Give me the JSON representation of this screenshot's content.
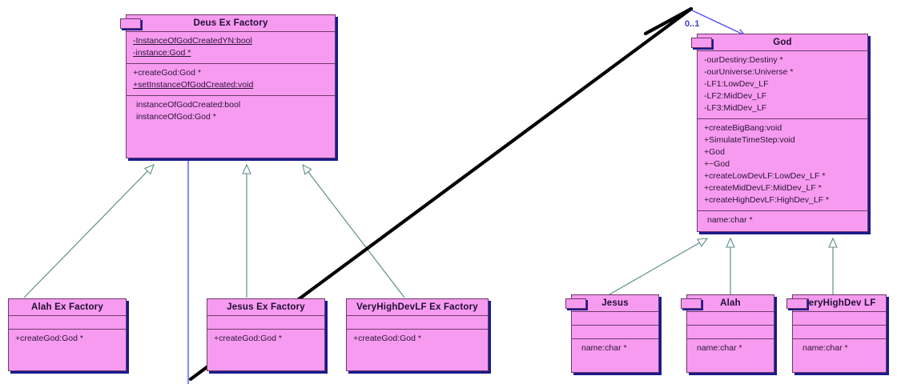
{
  "diagram": {
    "type": "uml-class-diagram",
    "background": "#ffffff",
    "class_fill": "#f79bf0",
    "class_border": "#6b3a66",
    "class_shadow": "#1a1a8c",
    "inheritance_line_color": "#5f8f8a",
    "association_line_color": "#5555ee",
    "annotation_line_color": "#000000",
    "multiplicity_label_color": "#3b3bdd"
  },
  "classes": {
    "deus_ex_factory": {
      "name": "Deus Ex Factory",
      "attributes": [
        {
          "text": "-InstanceOfGodCreatedYN:bool",
          "static": true
        },
        {
          "text": "-instance:God *",
          "static": true
        }
      ],
      "operations": [
        {
          "text": "+createGod:God *",
          "static": false
        },
        {
          "text": "+setInstanceOfGodCreated:void",
          "static": true
        }
      ],
      "extra": [
        {
          "text": "instanceOfGodCreated:bool",
          "static": false
        },
        {
          "text": "instanceOfGod:God *",
          "static": false
        }
      ]
    },
    "god": {
      "name": "God",
      "attributes": [
        {
          "text": "-ourDestiny:Destiny *",
          "static": false
        },
        {
          "text": "-ourUniverse:Universe *",
          "static": false
        },
        {
          "text": "-LF1:LowDev_LF",
          "static": false
        },
        {
          "text": "-LF2:MidDev_LF",
          "static": false
        },
        {
          "text": "-LF3:MidDev_LF",
          "static": false
        }
      ],
      "operations": [
        {
          "text": "+createBigBang:void",
          "static": false
        },
        {
          "text": "+SimulateTimeStep:void",
          "static": false
        },
        {
          "text": "+God",
          "static": false
        },
        {
          "text": "+~God",
          "static": false
        },
        {
          "text": "+createLowDevLF:LowDev_LF *",
          "static": false
        },
        {
          "text": "+createMidDevLF:MidDev_LF *",
          "static": false
        },
        {
          "text": "+createHighDevLF:HighDev_LF *",
          "static": false
        }
      ],
      "extra": [
        {
          "text": "name:char *",
          "static": false
        }
      ]
    },
    "alah_ex_factory": {
      "name": "Alah Ex Factory",
      "attributes": [],
      "operations": [
        {
          "text": "+createGod:God *",
          "static": false
        }
      ]
    },
    "jesus_ex_factory": {
      "name": "Jesus Ex Factory",
      "attributes": [],
      "operations": [
        {
          "text": "+createGod:God *",
          "static": false
        }
      ]
    },
    "veryhighdevlf_ex_factory": {
      "name": "VeryHighDevLF Ex Factory",
      "attributes": [],
      "operations": [
        {
          "text": "+createGod:God *",
          "static": false
        }
      ]
    },
    "jesus": {
      "name": "Jesus",
      "extra": [
        {
          "text": "name:char *",
          "static": false
        }
      ]
    },
    "alah": {
      "name": "Alah",
      "extra": [
        {
          "text": "name:char *",
          "static": false
        }
      ]
    },
    "veryhighdev_lf": {
      "name": "VeryHighDev LF",
      "extra": [
        {
          "text": "name:char *",
          "static": false
        }
      ]
    }
  },
  "labels": {
    "association_multiplicity": "0..1"
  },
  "relationships": [
    {
      "from": "alah_ex_factory",
      "to": "deus_ex_factory",
      "kind": "generalization"
    },
    {
      "from": "jesus_ex_factory",
      "to": "deus_ex_factory",
      "kind": "generalization"
    },
    {
      "from": "veryhighdevlf_ex_factory",
      "to": "deus_ex_factory",
      "kind": "generalization"
    },
    {
      "from": "jesus",
      "to": "god",
      "kind": "generalization"
    },
    {
      "from": "alah",
      "to": "god",
      "kind": "generalization"
    },
    {
      "from": "veryhighdev_lf",
      "to": "god",
      "kind": "generalization"
    },
    {
      "from": "deus_ex_factory",
      "to": "god",
      "kind": "association",
      "multiplicity": "0..1"
    }
  ]
}
